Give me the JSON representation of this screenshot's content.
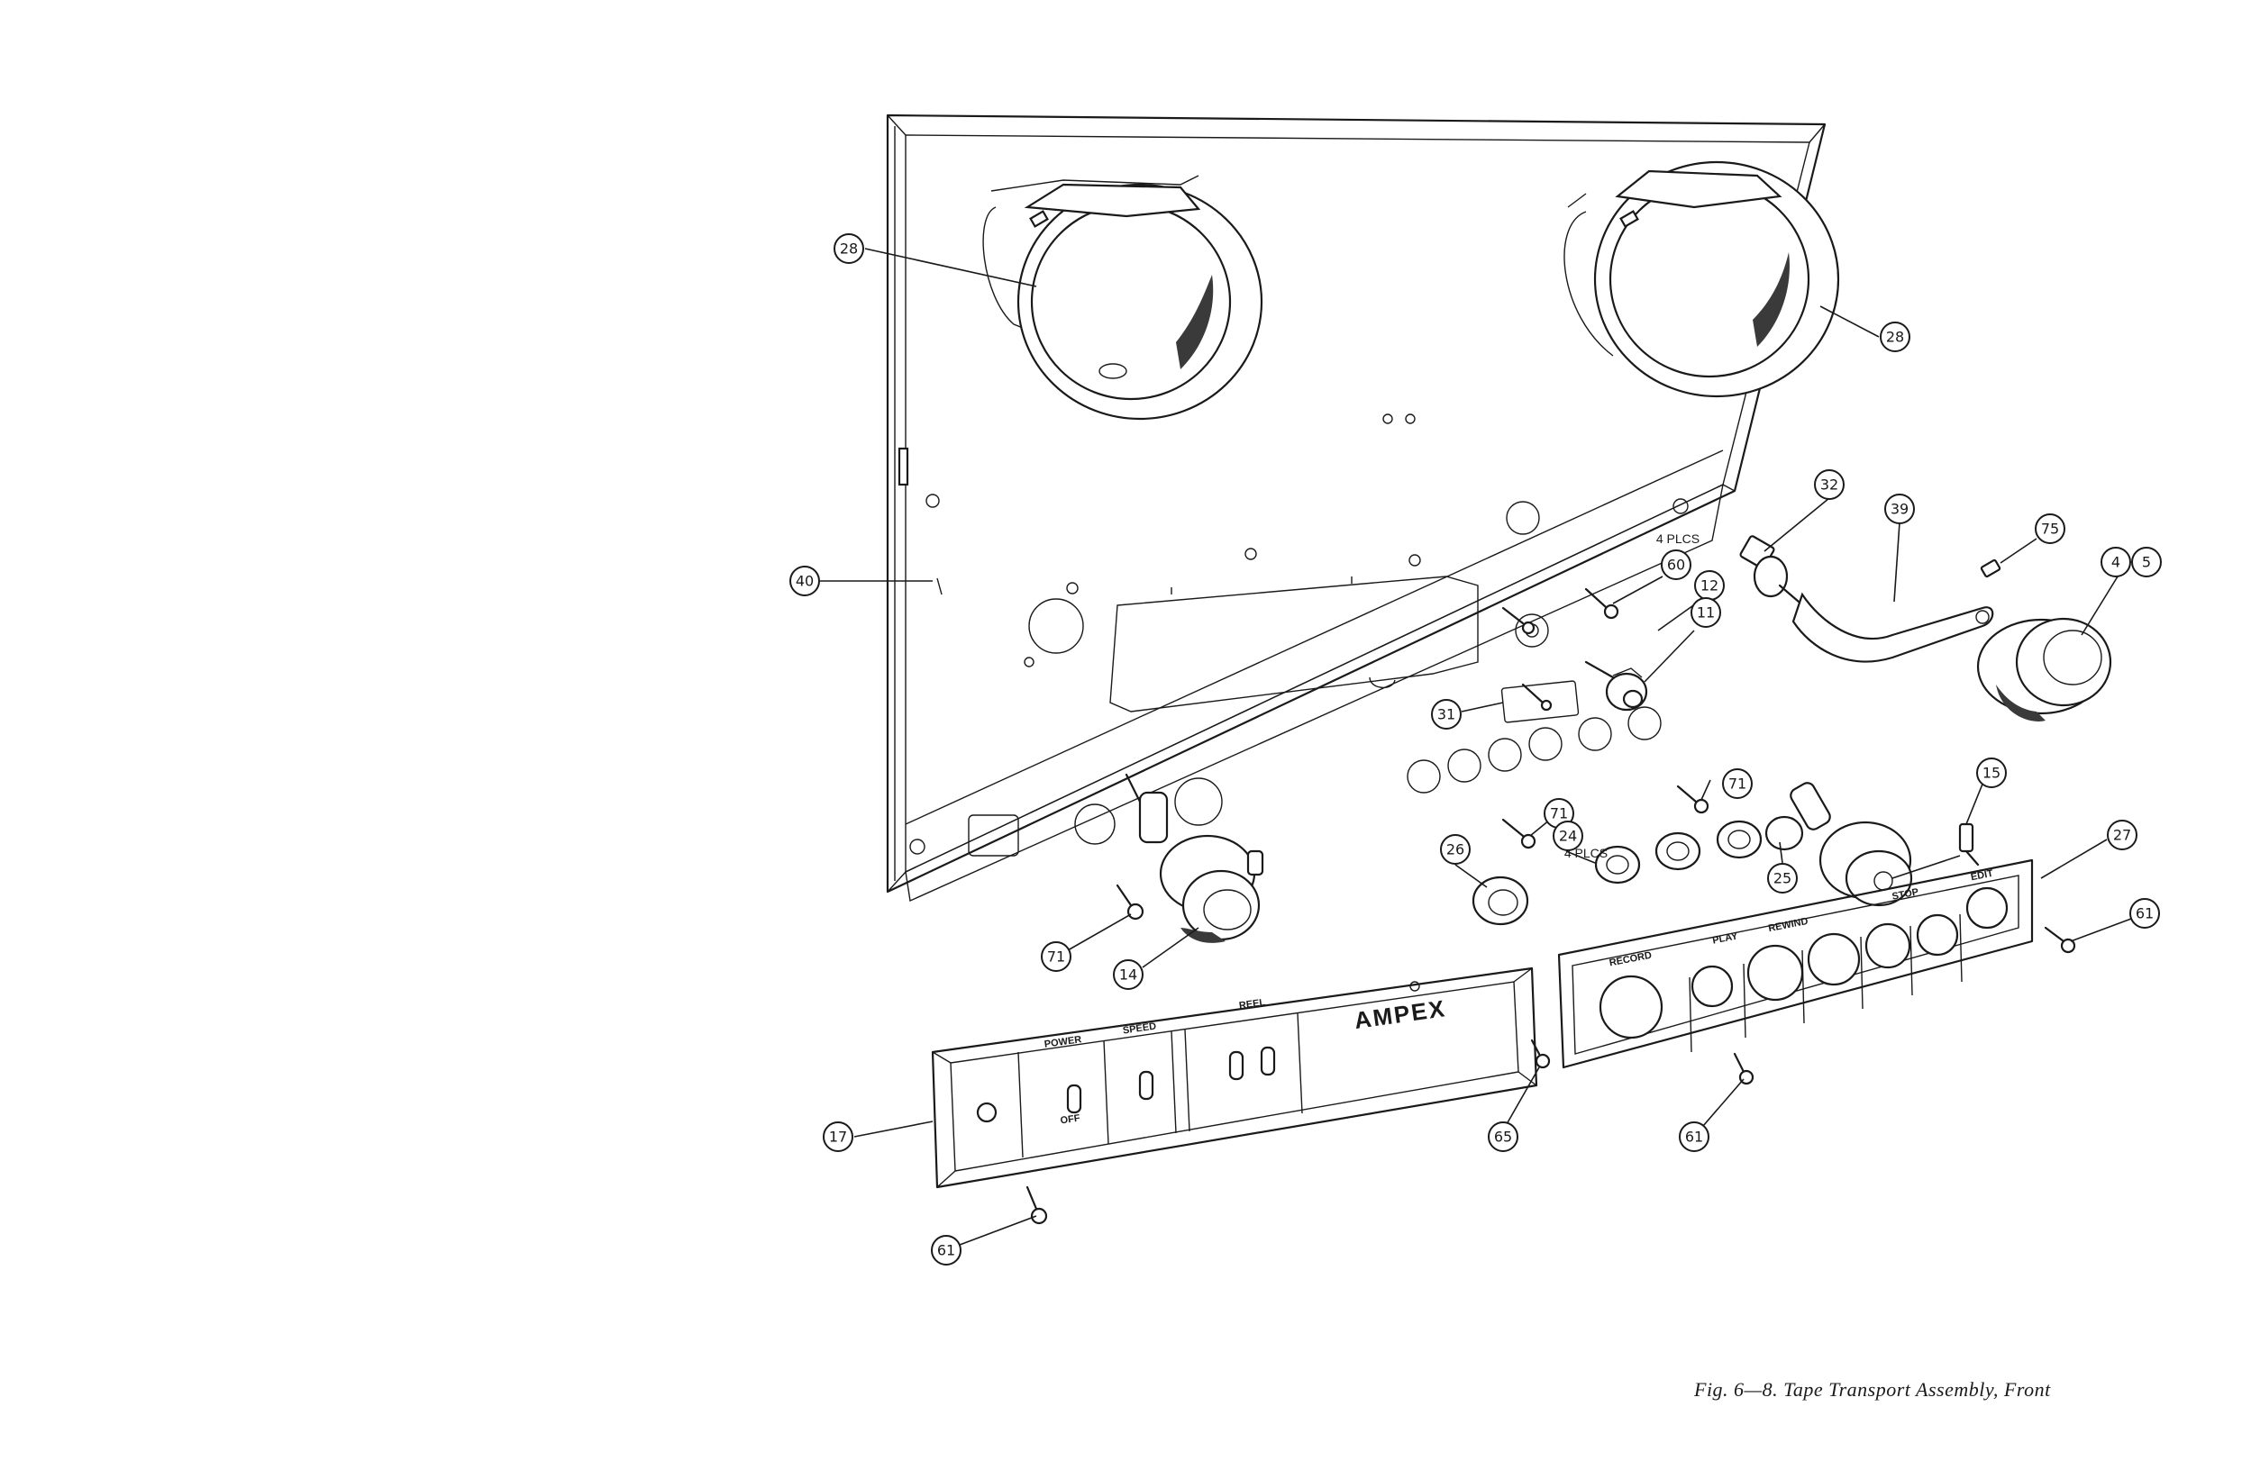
{
  "caption": "Fig. 6—8. Tape Transport Assembly, Front",
  "brand_label": "AMPEX",
  "control_labels": {
    "power": "POWER",
    "speed": "SPEED",
    "reel": "REEL",
    "off": "OFF",
    "record": "RECORD",
    "play": "PLAY",
    "rewind": "REWIND",
    "stop": "STOP",
    "edit": "EDIT"
  },
  "notes": {
    "four_places_upper": "4 PLCS",
    "four_places_lower": "4 PLCS"
  },
  "callouts": [
    "28",
    "28",
    "40",
    "32",
    "39",
    "75",
    "4",
    "5",
    "60",
    "12",
    "11",
    "31",
    "71",
    "71",
    "71",
    "24",
    "25",
    "15",
    "27",
    "26",
    "14",
    "61",
    "61",
    "61",
    "17",
    "65"
  ]
}
